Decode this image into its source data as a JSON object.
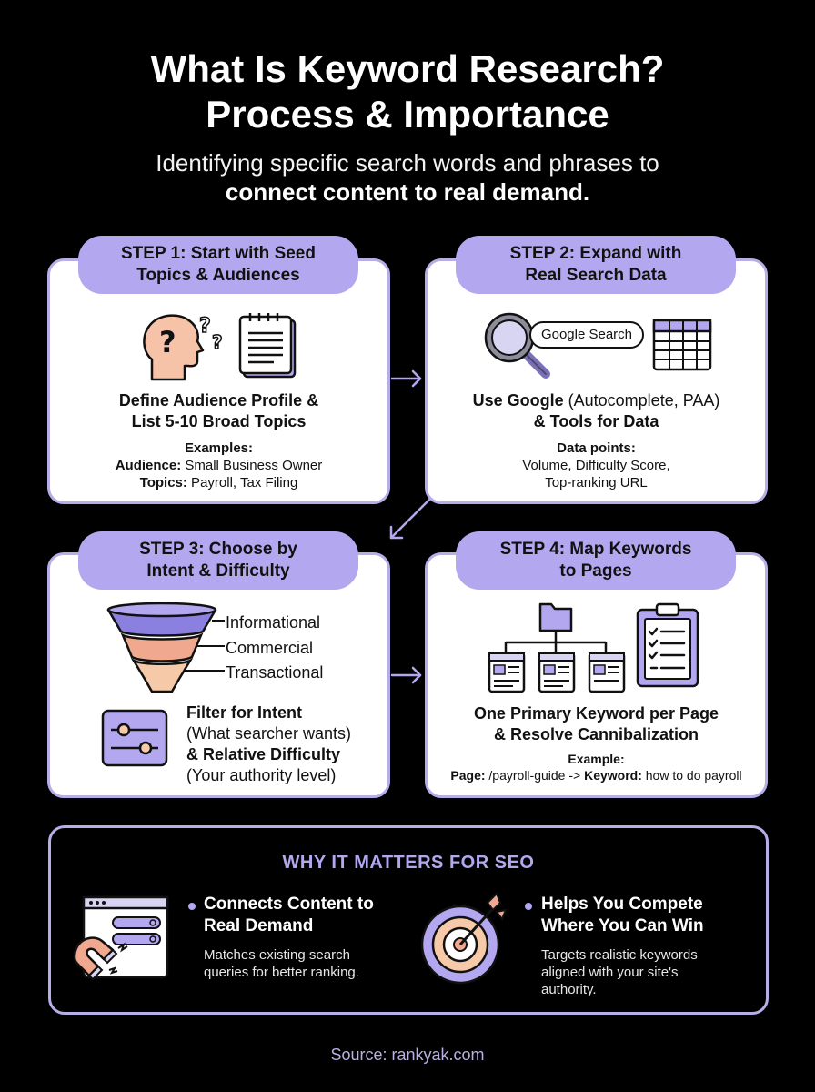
{
  "header": {
    "title_line1": "What Is Keyword Research?",
    "title_line2": "Process & Importance",
    "subtitle_line1": "Identifying specific search words and phrases to",
    "subtitle_line2": "connect content to real demand."
  },
  "step1": {
    "pill_line1": "STEP 1: Start with Seed",
    "pill_line2": "Topics & Audiences",
    "heading_line1": "Define Audience Profile &",
    "heading_line2": "List 5-10 Broad Topics",
    "examples_label": "Examples:",
    "audience_label": "Audience:",
    "audience_value": " Small Business Owner",
    "topics_label": "Topics:",
    "topics_value": " Payroll, Tax Filing"
  },
  "step2": {
    "pill_line1": "STEP 2: Expand with",
    "pill_line2": "Real Search Data",
    "search_text": "Google Search",
    "heading_line1_bold": "Use Google",
    "heading_line1_rest": " (Autocomplete, PAA)",
    "heading_line2": "& Tools for Data",
    "data_label": "Data points:",
    "data_line1": "Volume, Difficulty Score,",
    "data_line2": "Top-ranking URL"
  },
  "step3": {
    "pill_line1": "STEP 3: Choose by",
    "pill_line2": "Intent & Difficulty",
    "funnel_labels": [
      "Informational",
      "Commercial",
      "Transactional"
    ],
    "line1": "Filter for Intent",
    "line2": "(What searcher wants)",
    "line3": "& Relative Difficulty",
    "line4": "(Your authority level)"
  },
  "step4": {
    "pill_line1": "STEP 4: Map Keywords",
    "pill_line2": "to Pages",
    "heading_line1": "One Primary Keyword per Page",
    "heading_line2": "& Resolve Cannibalization",
    "example_label": "Example:",
    "page_label": "Page:",
    "page_value": " /payroll-guide -> ",
    "keyword_label": "Keyword:",
    "keyword_value": " how to do payroll"
  },
  "why": {
    "title": "WHY IT MATTERS FOR SEO",
    "item1_h1": "Connects Content to",
    "item1_h2": "Real Demand",
    "item1_t1": "Matches existing search",
    "item1_t2": "queries for better ranking.",
    "item2_h1": "Helps You Compete",
    "item2_h2": "Where You Can Win",
    "item2_t1": "Targets realistic keywords",
    "item2_t2": "aligned with your site's",
    "item2_t3": "authority."
  },
  "source": "Source: rankyak.com",
  "colors": {
    "accent": "#b3a8f0",
    "border": "#b7aee8",
    "funnel_top": "#8b7fe0",
    "funnel_mid": "#f0a98f",
    "funnel_low": "#f6c9a8",
    "skin": "#f6c3a8"
  }
}
